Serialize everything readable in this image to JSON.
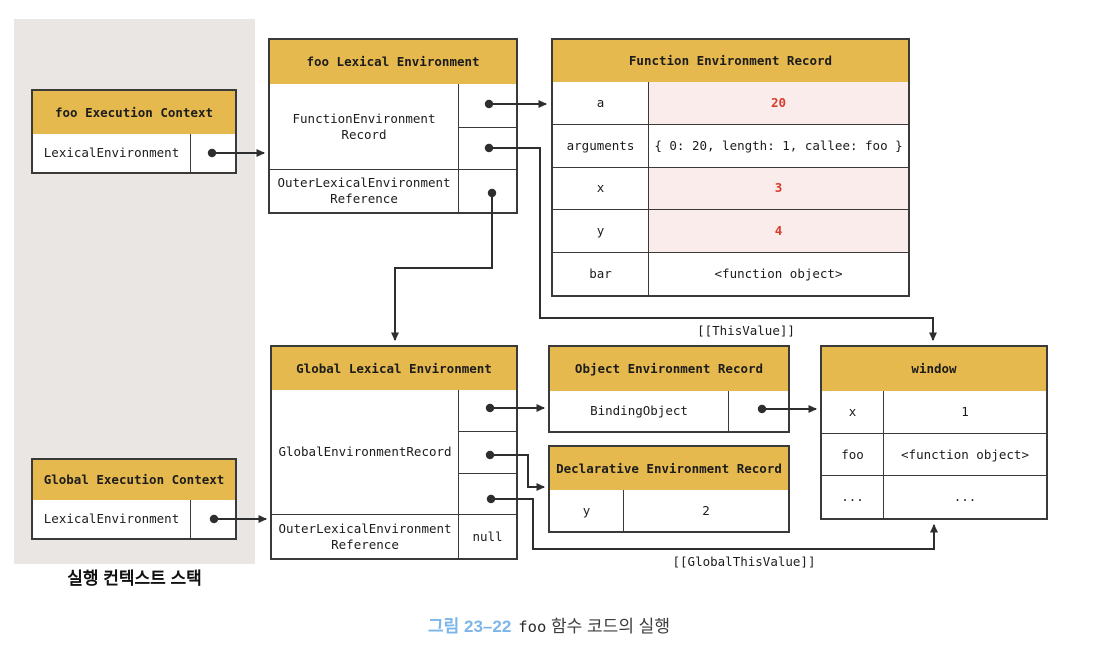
{
  "palette": {
    "gold": "#e6b94e",
    "pink_highlight": "#f9ecea",
    "red_value": "#d93b2f",
    "panel_gray": "#e9e6e4",
    "line": "#2e2e2e",
    "caption_blue": "#7db5e8"
  },
  "stack_panel": {
    "label": "실행 컨텍스트 스택"
  },
  "foo_execution_context": {
    "title": "foo Execution Context",
    "row": "LexicalEnvironment"
  },
  "global_execution_context": {
    "title": "Global Execution Context",
    "row": "LexicalEnvironment"
  },
  "foo_lexical_environment": {
    "title": "foo Lexical Environment",
    "record": "FunctionEnvironment\nRecord",
    "outer": "OuterLexicalEnvironment\nReference"
  },
  "function_environment_record": {
    "title": "Function Environment Record",
    "rows": [
      {
        "key": "a",
        "value": "20",
        "highlight": true
      },
      {
        "key": "arguments",
        "value": "{ 0: 20, length: 1, callee: foo }",
        "highlight": false
      },
      {
        "key": "x",
        "value": "3",
        "highlight": true
      },
      {
        "key": "y",
        "value": "4",
        "highlight": true
      },
      {
        "key": "bar",
        "value": "<function object>",
        "highlight": false
      }
    ]
  },
  "global_lexical_environment": {
    "title": "Global Lexical Environment",
    "record": "GlobalEnvironmentRecord",
    "outer": "OuterLexicalEnvironment\nReference",
    "outer_value": "null"
  },
  "object_environment_record": {
    "title": "Object Environment Record",
    "row": "BindingObject"
  },
  "declarative_environment_record": {
    "title": "Declarative Environment Record",
    "key": "y",
    "value": "2"
  },
  "window_object": {
    "title": "window",
    "rows": [
      {
        "key": "x",
        "value": "1"
      },
      {
        "key": "foo",
        "value": "<function object>"
      },
      {
        "key": "...",
        "value": "..."
      }
    ]
  },
  "labels": {
    "this_value": "[[ThisValue]]",
    "global_this_value": "[[GlobalThisValue]]"
  },
  "caption": {
    "number": "그림 23–22",
    "code": "foo",
    "text": "함수 코드의 실행"
  }
}
